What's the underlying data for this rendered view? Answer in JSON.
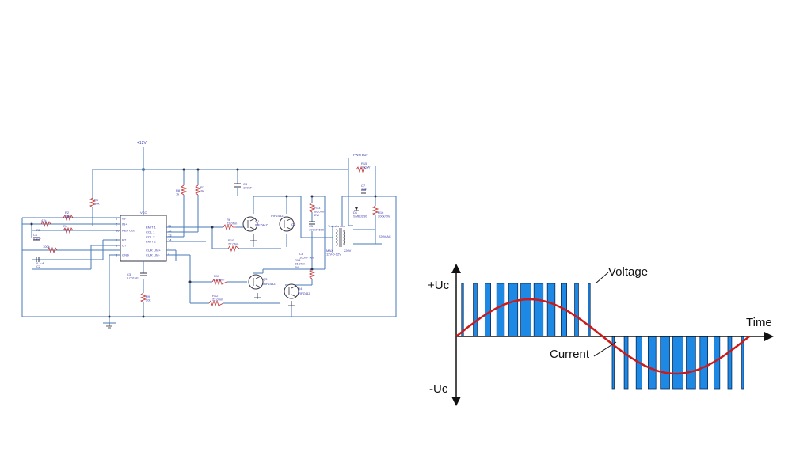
{
  "schematic": {
    "supply": "+12V",
    "ic_pins_left": [
      "IN-",
      "IN+",
      "REF Out",
      "RT",
      "CT",
      "GND"
    ],
    "ic_pins_right": [
      "EMIT 1",
      "COL 1",
      "COL 2",
      "EMIT 2",
      "CUR LIM+",
      "CUR LIM-"
    ],
    "ic_vcc": "VCC",
    "pin_numbers_left": [
      "1",
      "2",
      "16",
      "6",
      "5",
      "8"
    ],
    "pin_numbers_right": [
      "11",
      "12",
      "13",
      "14",
      "4",
      "9"
    ],
    "components": {
      "r1": "R1\n10k",
      "r2": "R2\n10k",
      "r3": "R3",
      "r4": "R4\n47k",
      "r5": "47k",
      "c1": "C1\n0.1uF",
      "c2": "C2",
      "c2_val": "0.1uF",
      "r5b": "100k",
      "r8": "R8\n1k",
      "r7": "R7\n1k",
      "c4": "C4\n100uF",
      "r6": "R6\n22.0hm",
      "q1": "Q1\nIRFZ44Z",
      "q2": "Q2",
      "q2_val": "IRFZ44Z",
      "r10": "R10\n22.0hm",
      "r13": "R13\n66.0hm\n2W",
      "c5": "C5\n100nF 500",
      "transformer": "Transformer",
      "trafo_primary": "MAX\n12V-0-12V",
      "trafo_secondary": "220V",
      "c3": "C3\n0.001uF",
      "r9": "R9\n20k",
      "r11": "R11\n22.0hm",
      "r12": "R12\n22.0hm",
      "q3": "Q3",
      "q3_val": "IRFZ44Z",
      "q4": "Q4",
      "q4_val": "IRFZ44Z",
      "r14": "R14\n66.0hm\n2W",
      "c6": "C6\n100nF 500",
      "pwm_out": "PWM BUF",
      "r15": "R15\n1k/2W",
      "c7": "C7\n1uF",
      "d1": "D1\nSMBJ250",
      "r16": "R16\n200k/2W",
      "ac_out": "220V AC",
      "c6b": "C6\n100uF"
    }
  },
  "waveform": {
    "plus_label": "+Uc",
    "minus_label": "-Uc",
    "voltage_label": "Voltage",
    "current_label": "Current",
    "time_label": "Time",
    "pulse_color": "#1e88e5",
    "current_color": "#cc1a1a",
    "positive_pulse_widths": [
      0.15,
      0.3,
      0.45,
      0.6,
      0.72,
      0.8,
      0.72,
      0.6,
      0.45,
      0.3,
      0.15
    ],
    "negative_pulse_widths": [
      0.15,
      0.3,
      0.45,
      0.6,
      0.72,
      0.8,
      0.72,
      0.6,
      0.45,
      0.3,
      0.15
    ]
  }
}
